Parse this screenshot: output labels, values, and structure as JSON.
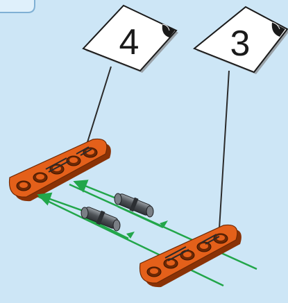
{
  "instruction": {
    "background_color": "#cde6f6",
    "colors": {
      "beam_orange": "#e4601a",
      "beam_dark": "#8a3206",
      "axis_green": "#22a64a",
      "pin_gray": "#565a5f",
      "callout_line": "#2b2b2b"
    },
    "callouts": [
      {
        "label": "4",
        "icon": "part-count-card"
      },
      {
        "label": "3",
        "icon": "part-count-card"
      }
    ],
    "parts": [
      {
        "name": "liftarm-beam-5",
        "color": "orange"
      },
      {
        "name": "liftarm-beam-5",
        "color": "orange"
      },
      {
        "name": "connector-pin-with-friction",
        "color": "gray"
      },
      {
        "name": "connector-pin-with-friction",
        "color": "gray"
      }
    ],
    "assembly_arrows": 2
  }
}
